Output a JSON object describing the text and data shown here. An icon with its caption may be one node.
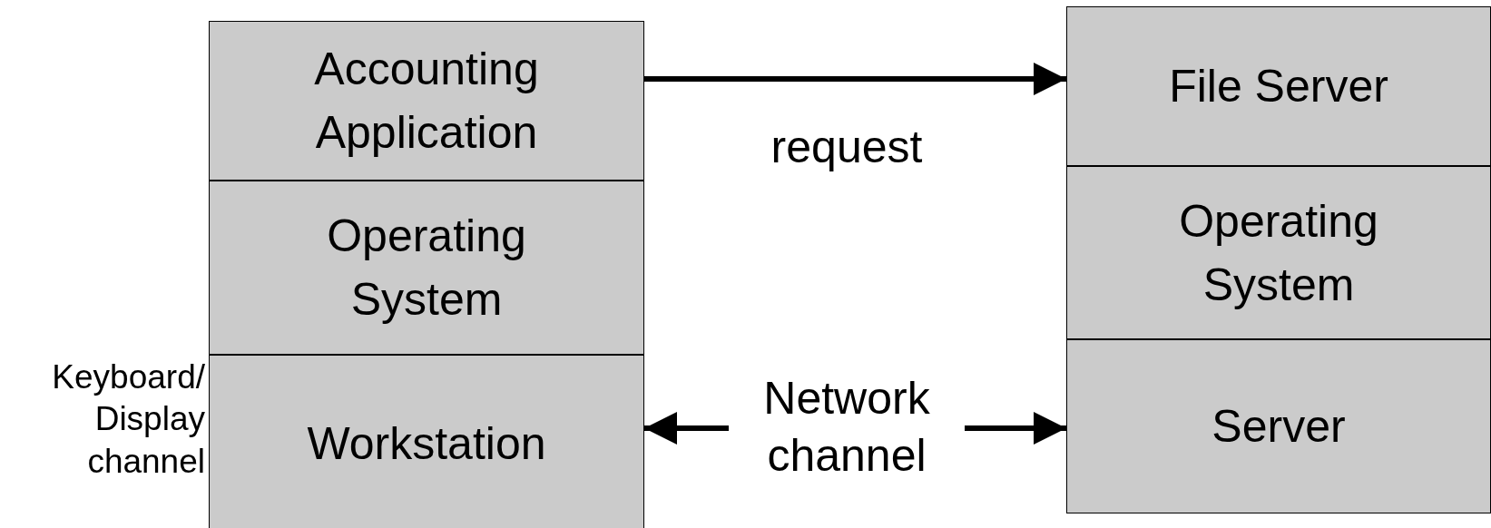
{
  "diagram": {
    "nodes": [
      {
        "text": [
          "Accounting Application"
        ]
      },
      {
        "text": [
          "Operating System"
        ]
      },
      {
        "text": [
          "Workstation"
        ],
        "beside": [
          "Keyboard/ Display channel"
        ]
      },
      {
        "text": [
          "File Server"
        ]
      },
      {
        "text": [
          "Operating System"
        ]
      },
      {
        "text": [
          "Server"
        ]
      }
    ],
    "edges": [
      {
        "from": 0,
        "to": 3,
        "arrow": "to",
        "label": "request"
      },
      {
        "from": 2,
        "to": 5,
        "arrow": "both",
        "label": "Network channel"
      }
    ]
  }
}
